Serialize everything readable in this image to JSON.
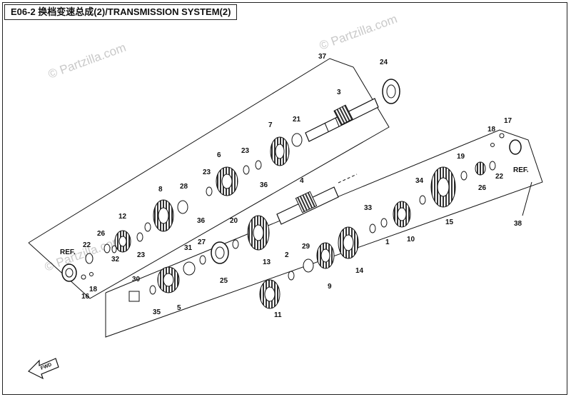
{
  "title": "E06-2  换档变速总成(2)/TRANSMISSION  SYSTEM(2)",
  "watermark": "© Partzilla.com",
  "fwd_label": "FWD",
  "ref_label": "REF.",
  "callouts": [
    "37",
    "24",
    "3",
    "21",
    "7",
    "23",
    "6",
    "36",
    "28",
    "8",
    "36",
    "23",
    "12",
    "26",
    "22",
    "32",
    "23",
    "20",
    "13",
    "4",
    "34",
    "19",
    "17",
    "18",
    "26",
    "22",
    "15",
    "33",
    "1",
    "10",
    "27",
    "31",
    "25",
    "2",
    "29",
    "9",
    "14",
    "30",
    "5",
    "35",
    "11",
    "16",
    "18",
    "38"
  ],
  "colors": {
    "line": "#111111",
    "watermark": "#c9c9c9"
  }
}
